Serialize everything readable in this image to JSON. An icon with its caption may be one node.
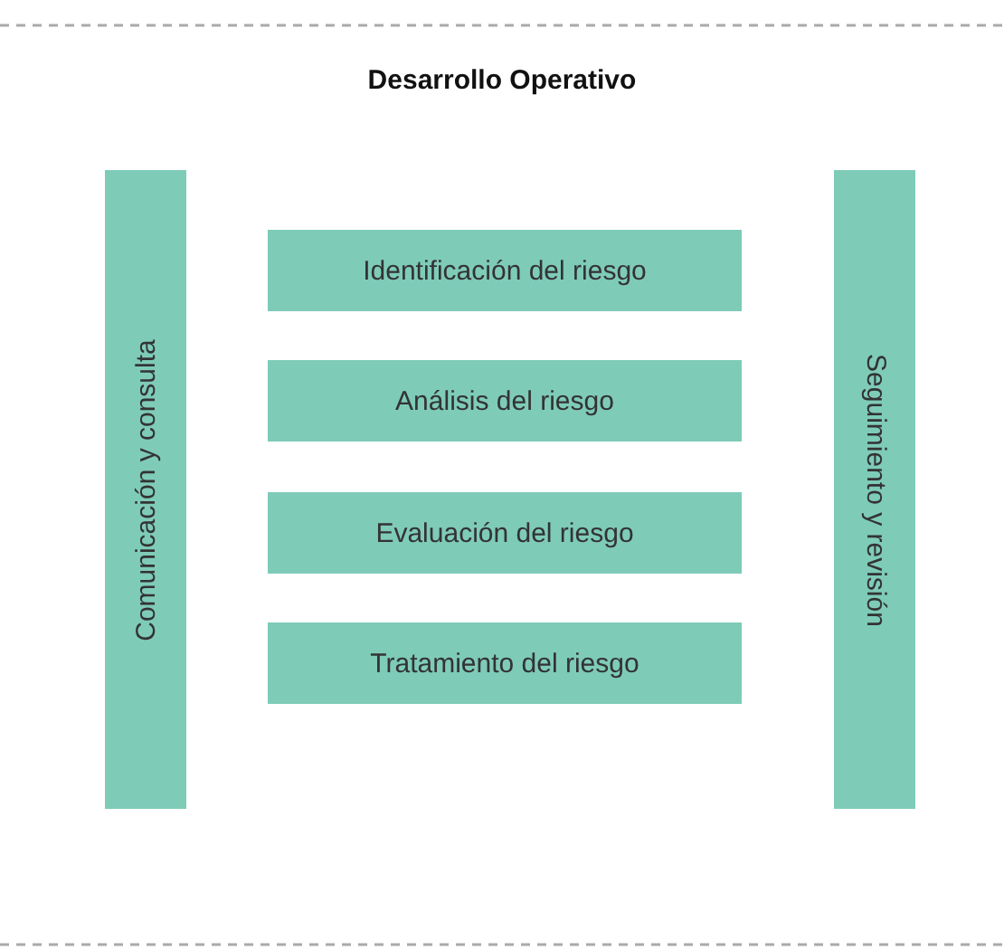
{
  "diagram": {
    "title": "Desarrollo Operativo",
    "nodes": [
      {
        "text": [
          "Comunicación y consulta"
        ]
      },
      {
        "text": [
          "Identificación del riesgo"
        ]
      },
      {
        "text": [
          "Análisis del riesgo"
        ]
      },
      {
        "text": [
          "Evaluación del riesgo"
        ]
      },
      {
        "text": [
          "Tratamiento del riesgo"
        ]
      },
      {
        "text": [
          "Seguimiento y revisión"
        ]
      }
    ]
  }
}
